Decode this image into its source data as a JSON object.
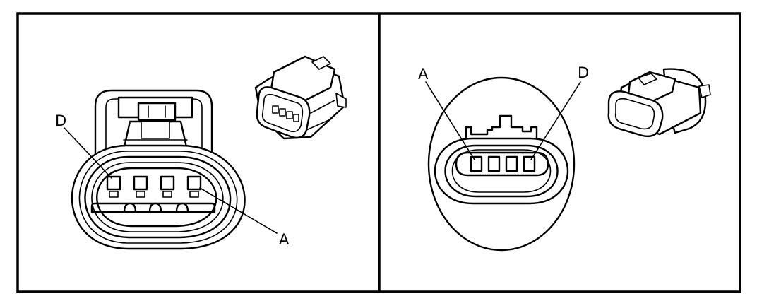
{
  "left_panel": {
    "labels": {
      "pin_d": "D",
      "pin_a": "A"
    }
  },
  "right_panel": {
    "labels": {
      "pin_a": "A",
      "pin_d": "D"
    }
  }
}
